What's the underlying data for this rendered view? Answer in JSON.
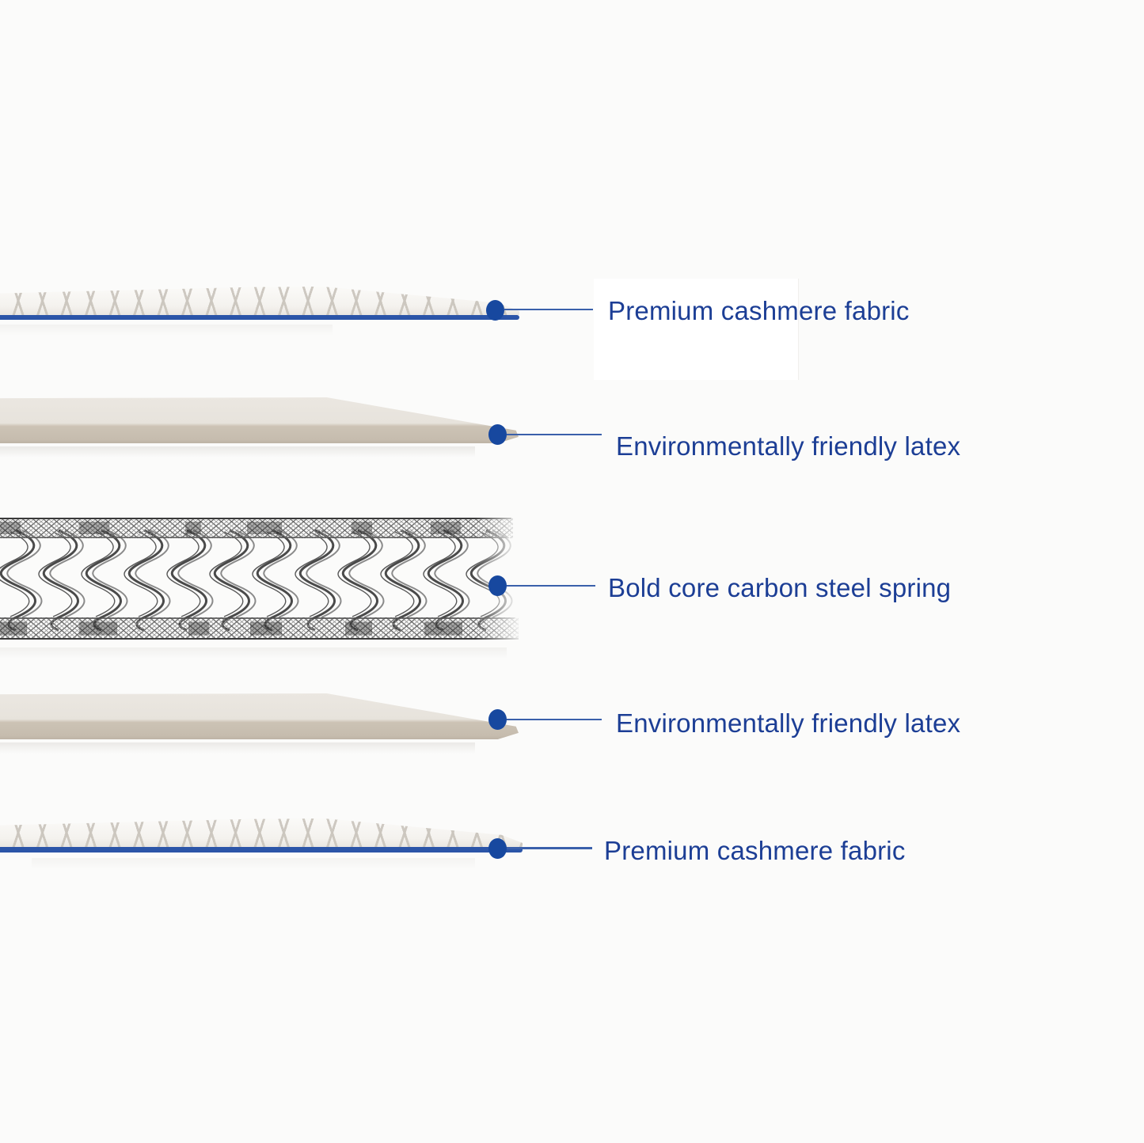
{
  "diagram": {
    "type": "mattress-layer-callout-diagram",
    "layers": [
      {
        "name": "cashmere-top",
        "kind": "quilted-fabric",
        "label": "Premium cashmere fabric"
      },
      {
        "name": "latex-upper",
        "kind": "latex-slab",
        "label": "Environmentally friendly latex"
      },
      {
        "name": "spring-core",
        "kind": "spring-coils",
        "label": "Bold core carbon steel spring"
      },
      {
        "name": "latex-lower",
        "kind": "latex-slab",
        "label": "Environmentally friendly latex"
      },
      {
        "name": "cashmere-bottom",
        "kind": "quilted-fabric",
        "label": "Premium cashmere fabric"
      }
    ],
    "colors": {
      "label_text": "#1c3e95",
      "callout_dot": "#17489f",
      "leader_line": "#3a60ab",
      "fabric_underline": "#2b55a8",
      "fabric_base": "#f7f6f3",
      "latex_top_face": "#e7e3dc",
      "latex_front_face": "#c6bcae",
      "spring_wire_dark": "#303030",
      "spring_wire_mid": "#4a4a4a",
      "spring_wire_light": "#8a8a8a",
      "background": "#fbfbfa"
    }
  }
}
